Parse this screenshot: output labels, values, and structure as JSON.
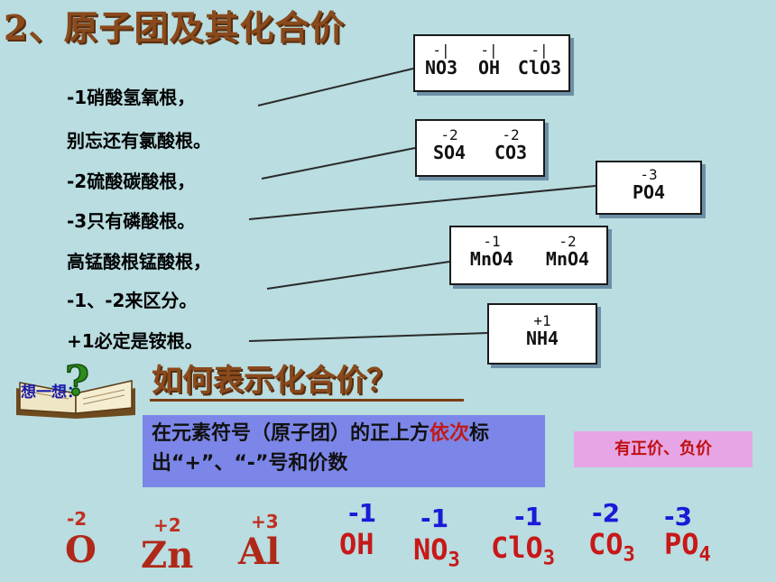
{
  "title": "2、原子团及其化合价",
  "mnemonic": [
    "-1硝酸氢氧根，",
    "别忘还有氯酸根。",
    "-2硫酸碳酸根，",
    "-3只有磷酸根。",
    "高锰酸根锰酸根，",
    "-1、-2来区分。",
    "+1必定是铵根。"
  ],
  "boxes": {
    "b1": {
      "items": [
        {
          "valence": "-|",
          "formula": "NO3"
        },
        {
          "valence": "-|",
          "formula": "OH"
        },
        {
          "valence": "-|",
          "formula": "ClO3"
        }
      ]
    },
    "b2": {
      "items": [
        {
          "valence": "-2",
          "formula": "SO4"
        },
        {
          "valence": "-2",
          "formula": "CO3"
        }
      ]
    },
    "b3": {
      "items": [
        {
          "valence": "-3",
          "formula": "PO4"
        }
      ]
    },
    "b4": {
      "items": [
        {
          "valence": "-1",
          "formula": "MnO4"
        },
        {
          "valence": "-2",
          "formula": "MnO4"
        }
      ]
    },
    "b5": {
      "items": [
        {
          "valence": "+1",
          "formula": "NH4"
        }
      ]
    }
  },
  "think": {
    "label": "想一想：",
    "question": "如何表示化合价？"
  },
  "rule": {
    "part1": "在元素符号（原子团）的正上方",
    "highlight": "依次",
    "part2": "标出“+”、“-”号和价数"
  },
  "note": "有正价、负价",
  "elements": [
    {
      "valence": "-2",
      "symbol": "O"
    },
    {
      "valence": "+2",
      "symbol": "Zn"
    },
    {
      "valence": "+3",
      "symbol": "Al"
    }
  ],
  "radicals": [
    {
      "valence": "-1",
      "base": "OH",
      "sub": ""
    },
    {
      "valence": "-1",
      "base": "NO",
      "sub": "3"
    },
    {
      "valence": "-1",
      "base": "ClO",
      "sub": "3"
    },
    {
      "valence": "-2",
      "base": "CO",
      "sub": "3"
    },
    {
      "valence": "-3",
      "base": "PO",
      "sub": "4"
    }
  ],
  "colors": {
    "background": "#b9dde0",
    "title": "#8a4a1c",
    "rule_box": "#7b86e8",
    "note_box": "#e6a6e6",
    "negative_blue": "#1a1ad8",
    "red": "#c81818"
  }
}
